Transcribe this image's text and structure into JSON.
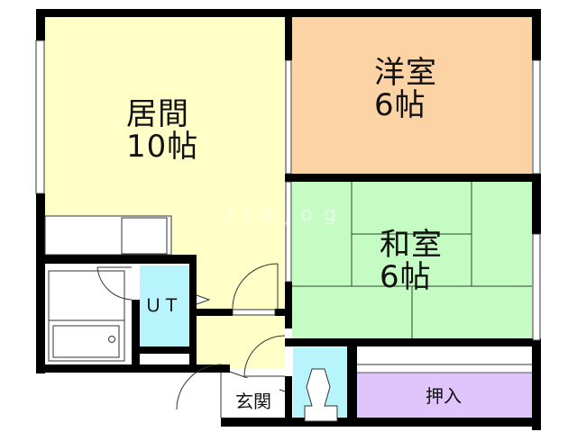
{
  "floorplan": {
    "title": "",
    "colors": {
      "living": "#ffffc8",
      "western": "#fcd3a4",
      "japanese": "#c4fcc4",
      "wet": "#b8f4fc",
      "closet": "#e0c4fc",
      "wall": "#000000",
      "line": "#333333"
    },
    "rooms": [
      {
        "id": "living",
        "name": "居間",
        "size": "10帖"
      },
      {
        "id": "western",
        "name": "洋室",
        "size": "6帖"
      },
      {
        "id": "japanese",
        "name": "和室",
        "size": "6帖"
      },
      {
        "id": "ut",
        "name": "ＵＴ"
      },
      {
        "id": "entrance",
        "name": "玄関"
      },
      {
        "id": "closet",
        "name": "押入"
      }
    ],
    "watermark": "ifojog"
  }
}
